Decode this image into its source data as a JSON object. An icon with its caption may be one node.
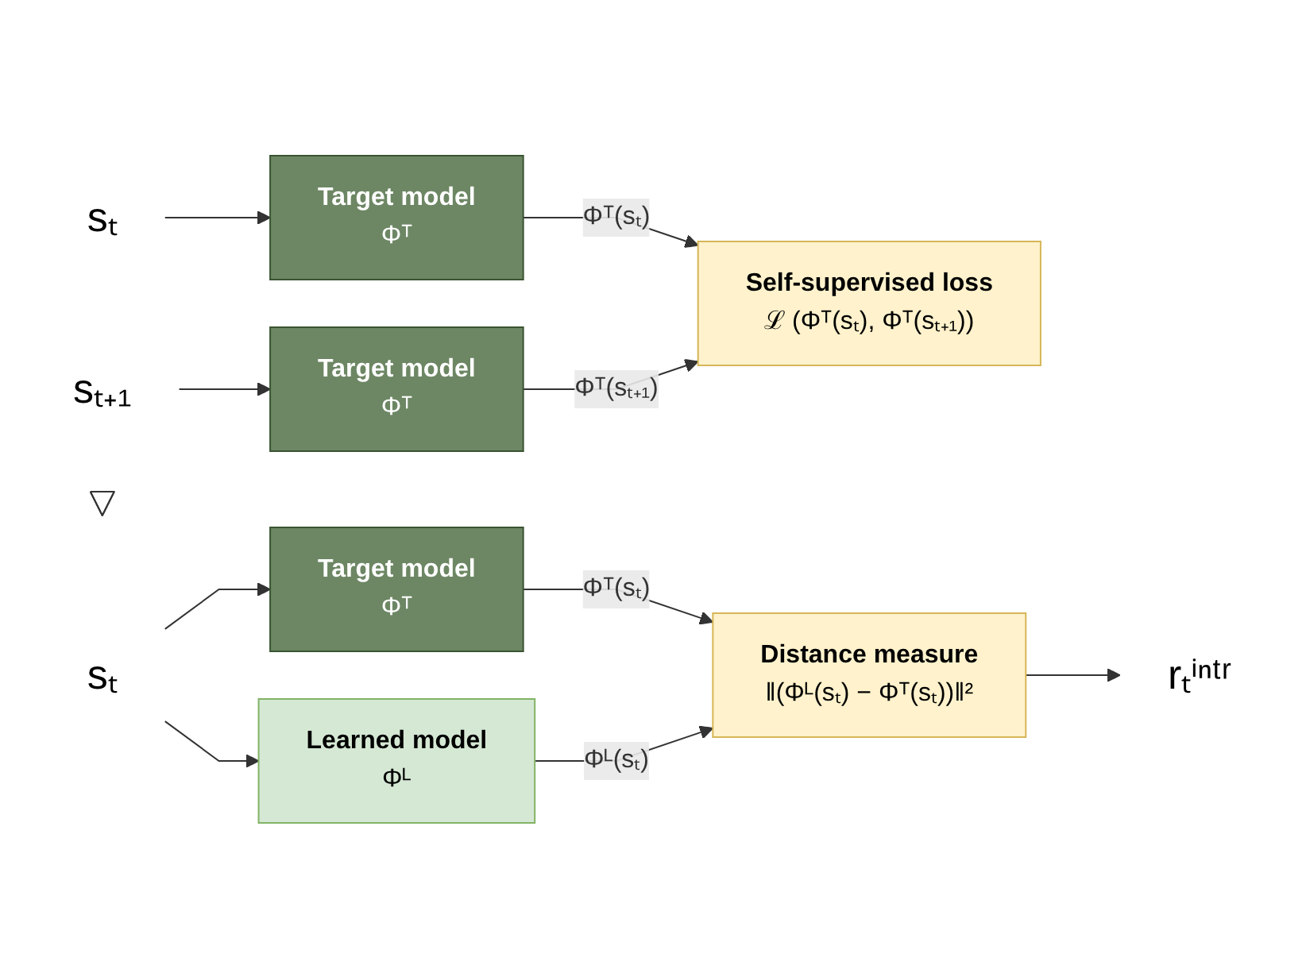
{
  "diagram": {
    "nodes": [
      {
        "text": [
          "sₜ"
        ]
      },
      {
        "text": [
          "Target model",
          "Φᵀ"
        ]
      },
      {
        "text": [
          "Self-supervised loss",
          "ℒ (Φᵀ(sₜ), Φᵀ(sₜ₊₁))"
        ]
      },
      {
        "text": [
          "sₜ₊₁"
        ]
      },
      {
        "text": [
          "Target model",
          "Φᵀ"
        ]
      },
      {
        "text": [],
        "shape": "arrow"
      },
      {
        "text": [
          "Target model",
          "Φᵀ"
        ]
      },
      {
        "text": [
          "sₜ"
        ]
      },
      {
        "text": [
          "Learned model",
          "Φᴸ"
        ]
      },
      {
        "text": [
          "Distance measure",
          "‖(Φᴸ(sₜ) − Φᵀ(sₜ))‖²"
        ]
      },
      {
        "text": [
          "rₜⁱⁿᵗʳ"
        ]
      }
    ],
    "edges": [
      {
        "from": 0,
        "to": 1,
        "arrow": "to"
      },
      {
        "from": 1,
        "to": 2,
        "arrow": "to",
        "label": "Φᵀ(sₜ)"
      },
      {
        "from": 3,
        "to": 4,
        "arrow": "to"
      },
      {
        "from": 4,
        "to": 2,
        "arrow": "to",
        "label": "Φᵀ(sₜ₊₁)"
      },
      {
        "from": 7,
        "to": 6,
        "arrow": "to"
      },
      {
        "from": 7,
        "to": 8,
        "arrow": "to"
      },
      {
        "from": 6,
        "to": 9,
        "arrow": "to",
        "label": "Φᵀ(sₜ)"
      },
      {
        "from": 8,
        "to": 9,
        "arrow": "to",
        "label": "Φᴸ(sₜ)"
      },
      {
        "from": 9,
        "to": 10,
        "arrow": "to"
      }
    ]
  }
}
